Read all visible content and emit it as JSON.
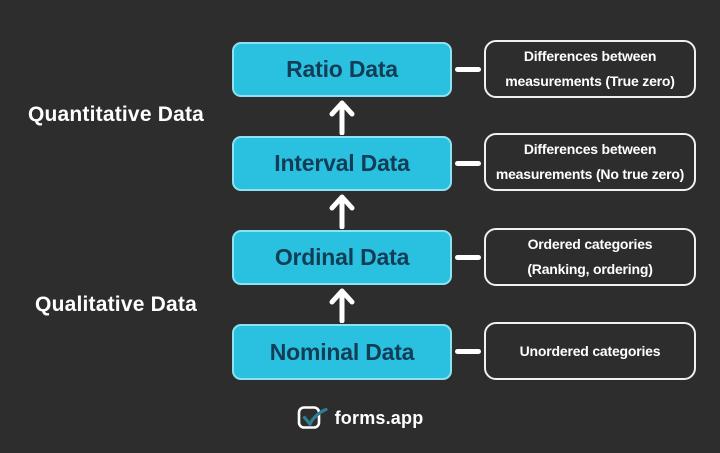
{
  "colors": {
    "background": "#2d2d2d",
    "level_box_fill": "#2ac1e0",
    "level_box_border": "#8ce2f0",
    "level_box_text": "#123d56",
    "desc_box_border": "#f0f0f0",
    "label_text": "#ffffff",
    "arrow": "#ffffff",
    "logo_check": "#2e7f93"
  },
  "left_labels": {
    "quantitative": "Quantitative Data",
    "qualitative": "Qualitative Data"
  },
  "rows": [
    {
      "level": "Ratio Data",
      "desc_lines": [
        "Differences between",
        "measurements (True zero)"
      ]
    },
    {
      "level": "Interval Data",
      "desc_lines": [
        "Differences between",
        "measurements (No true zero)"
      ]
    },
    {
      "level": "Ordinal Data",
      "desc_lines": [
        "Ordered categories",
        "(Ranking, ordering)"
      ]
    },
    {
      "level": "Nominal Data",
      "desc_lines": [
        "Unordered categories"
      ]
    }
  ],
  "icons": {
    "up_arrow": "up-arrow",
    "logo_icon": "forms-app-checkmark-square"
  },
  "logo": {
    "text": "forms.app"
  }
}
